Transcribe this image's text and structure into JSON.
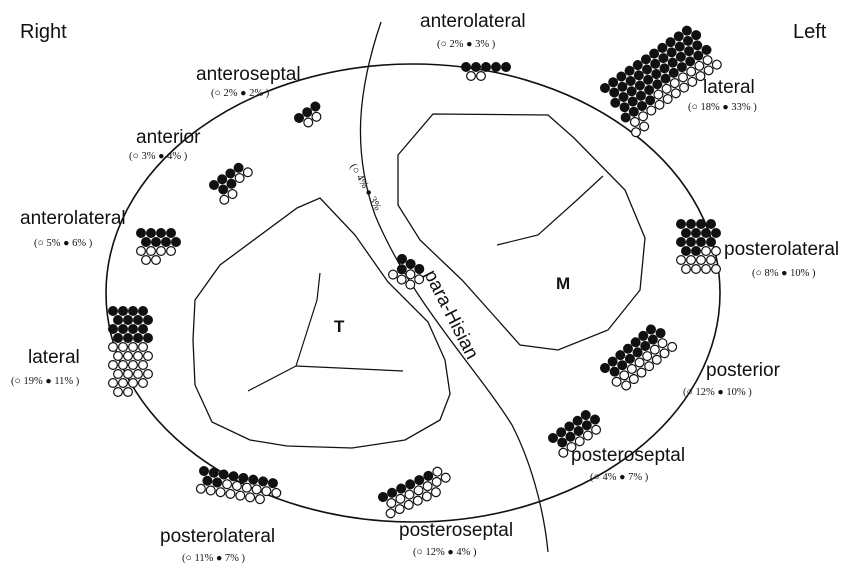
{
  "sides": {
    "right": "Right",
    "left": "Left"
  },
  "valves": {
    "tricuspid": "T",
    "mitral": "M"
  },
  "parahisian_label": "para-Hisian",
  "legend_symbols": {
    "open": "○",
    "filled": "●"
  },
  "sites": [
    {
      "id": "anterolateral-left",
      "label": "anterolateral",
      "open_pct": "2%",
      "filled_pct": "3%",
      "open_count": 2,
      "filled_count": 5
    },
    {
      "id": "lateral-left",
      "label": "lateral",
      "open_pct": "18%",
      "filled_pct": "33%",
      "open_count": 20,
      "filled_count": 48
    },
    {
      "id": "posterolateral-left",
      "label": "posterolateral",
      "open_pct": "8%",
      "filled_pct": "10%",
      "open_count": 10,
      "filled_count": 14
    },
    {
      "id": "posterior-left",
      "label": "posterior",
      "open_pct": "12%",
      "filled_pct": "10%",
      "open_count": 14,
      "filled_count": 14
    },
    {
      "id": "posteroseptal-left",
      "label": "posteroseptal",
      "open_pct": "4%",
      "filled_pct": "7%",
      "open_count": 5,
      "filled_count": 10
    },
    {
      "id": "posteroseptal-right",
      "label": "posteroseptal",
      "open_pct": "12%",
      "filled_pct": "4%",
      "open_count": 14,
      "filled_count": 6
    },
    {
      "id": "posterolateral-right",
      "label": "posterolateral",
      "open_pct": "11%",
      "filled_pct": "7%",
      "open_count": 13,
      "filled_count": 10
    },
    {
      "id": "lateral-right",
      "label": "lateral",
      "open_pct": "19%",
      "filled_pct": "11%",
      "open_count": 22,
      "filled_count": 16
    },
    {
      "id": "anterolateral-right",
      "label": "anterolateral",
      "open_pct": "5%",
      "filled_pct": "6%",
      "open_count": 6,
      "filled_count": 8
    },
    {
      "id": "anterior-right",
      "label": "anterior",
      "open_pct": "3%",
      "filled_pct": "4%",
      "open_count": 4,
      "filled_count": 6
    },
    {
      "id": "anteroseptal-right",
      "label": "anteroseptal",
      "open_pct": "2%",
      "filled_pct": "2%",
      "open_count": 2,
      "filled_count": 3
    },
    {
      "id": "parahisian",
      "label": "para-Hisian",
      "open_pct": "4%",
      "filled_pct": "3%",
      "open_count": 5,
      "filled_count": 4
    }
  ]
}
